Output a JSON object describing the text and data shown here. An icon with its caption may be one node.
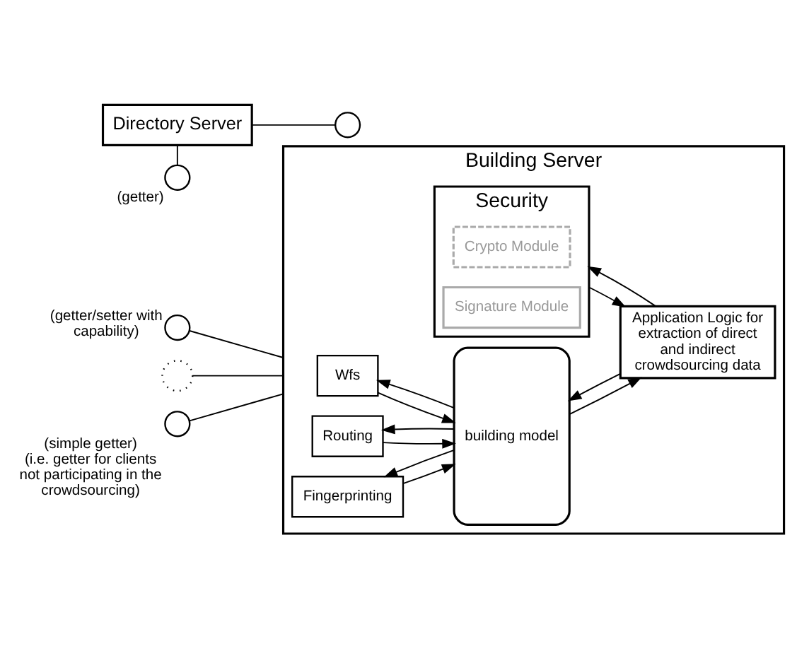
{
  "diagram": {
    "nodes": [
      {
        "text": [
          "Building Server"
        ]
      },
      {
        "text": [
          "Wfs"
        ],
        "in": 0
      },
      {
        "text": [
          "Routing"
        ],
        "in": 0
      },
      {
        "text": [
          "Fingerprinting"
        ],
        "in": 0
      },
      {
        "text": [
          "Security"
        ],
        "in": 0
      },
      {
        "text": [
          "Crypto Module"
        ],
        "in": 4
      },
      {
        "text": [
          "Signature Module"
        ],
        "in": 4
      },
      {
        "text": [
          "building model"
        ],
        "in": 0
      },
      {
        "text": [
          "Application Logic for extraction of direct and indirect crowdsourcing data"
        ],
        "in": 0
      },
      {
        "text": [
          "Directory Server"
        ]
      },
      {
        "text": [],
        "shape": "circle",
        "beside": [
          "(getter/setter with capability)"
        ]
      },
      {
        "text": [],
        "shape": "circle"
      },
      {
        "text": [],
        "shape": "socket"
      },
      {
        "text": [],
        "shape": "circle",
        "beside": [
          "(getter)"
        ]
      },
      {
        "text": [],
        "shape": "circle",
        "beside": [
          "(simple getter)",
          "(i.e. getter for clients not participating in the crowdsourcing)"
        ]
      }
    ],
    "edges": [
      {
        "from": 1,
        "to": 7,
        "arrow": "to"
      },
      {
        "from": 7,
        "to": 1,
        "arrow": "to"
      },
      {
        "from": 2,
        "to": 7,
        "arrow": "to"
      },
      {
        "from": 7,
        "to": 2,
        "arrow": "to"
      },
      {
        "from": 3,
        "to": 7,
        "arrow": "to"
      },
      {
        "from": 7,
        "to": 3,
        "arrow": "to"
      },
      {
        "from": 4,
        "to": 8,
        "arrow": "to"
      },
      {
        "from": 8,
        "to": 4,
        "arrow": "to"
      },
      {
        "from": 7,
        "to": 8,
        "arrow": "to"
      },
      {
        "from": 8,
        "to": 7,
        "arrow": "to"
      },
      {
        "from": 10,
        "to": 0,
        "arrow": "none"
      },
      {
        "from": 9,
        "to": 11,
        "arrow": "none"
      },
      {
        "from": 12,
        "to": 0,
        "arrow": "none"
      },
      {
        "from": 9,
        "to": 13,
        "arrow": "none"
      },
      {
        "from": 14,
        "to": 0,
        "arrow": "none"
      }
    ]
  }
}
